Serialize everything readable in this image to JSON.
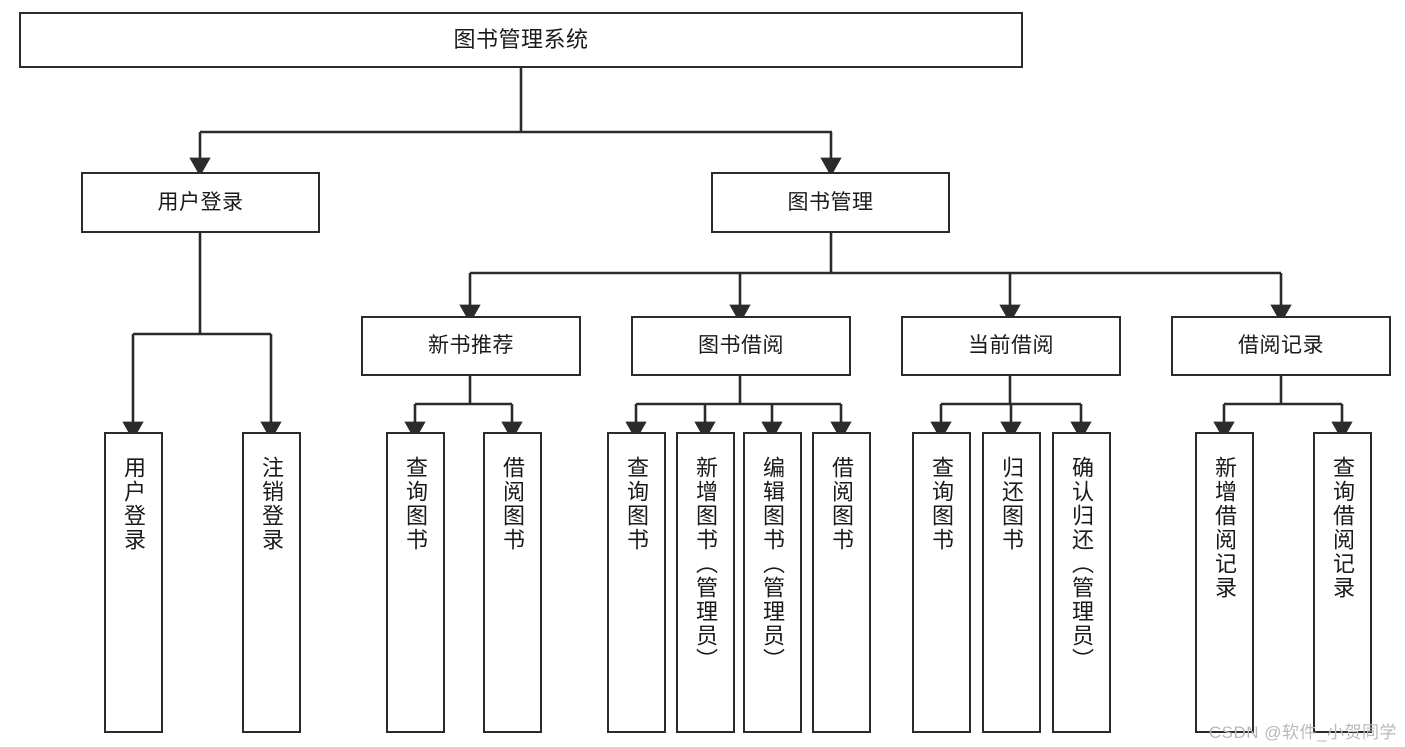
{
  "diagram": {
    "title": "图书管理系统",
    "watermark": "CSDN @软件_小贺同学",
    "colors": {
      "stroke": "#2b2b2b",
      "fill": "#ffffff",
      "text": "#1a1a1a",
      "watermark": "#b9b9b9",
      "background": "#ffffff"
    },
    "type": "tree-hierarchy",
    "levels": 4,
    "nodes": {
      "root": {
        "label": "图书管理系统"
      },
      "level2": [
        {
          "id": "user-login",
          "label": "用户登录"
        },
        {
          "id": "book-manage",
          "label": "图书管理"
        }
      ],
      "level3": [
        {
          "id": "new-book-recommend",
          "label": "新书推荐",
          "parent": "book-manage"
        },
        {
          "id": "book-borrow",
          "label": "图书借阅",
          "parent": "book-manage"
        },
        {
          "id": "current-borrow",
          "label": "当前借阅",
          "parent": "book-manage"
        },
        {
          "id": "borrow-record",
          "label": "借阅记录",
          "parent": "book-manage"
        }
      ],
      "leaves": [
        {
          "id": "leaf-user-login",
          "label": "用户登录",
          "parent": "user-login"
        },
        {
          "id": "leaf-logout",
          "label": "注销登录",
          "parent": "user-login"
        },
        {
          "id": "leaf-query-book-1",
          "label": "查询图书",
          "parent": "new-book-recommend"
        },
        {
          "id": "leaf-borrow-book-1",
          "label": "借阅图书",
          "parent": "new-book-recommend"
        },
        {
          "id": "leaf-query-book-2",
          "label": "查询图书",
          "parent": "book-borrow"
        },
        {
          "id": "leaf-add-book",
          "label": "新增图书（管理员）",
          "parent": "book-borrow"
        },
        {
          "id": "leaf-edit-book",
          "label": "编辑图书（管理员）",
          "parent": "book-borrow"
        },
        {
          "id": "leaf-borrow-book-2",
          "label": "借阅图书",
          "parent": "book-borrow"
        },
        {
          "id": "leaf-query-book-3",
          "label": "查询图书",
          "parent": "current-borrow"
        },
        {
          "id": "leaf-return-book",
          "label": "归还图书",
          "parent": "current-borrow"
        },
        {
          "id": "leaf-confirm-return",
          "label": "确认归还（管理员）",
          "parent": "current-borrow"
        },
        {
          "id": "leaf-add-record",
          "label": "新增借阅记录",
          "parent": "borrow-record"
        },
        {
          "id": "leaf-query-record",
          "label": "查询借阅记录",
          "parent": "borrow-record"
        }
      ]
    }
  }
}
